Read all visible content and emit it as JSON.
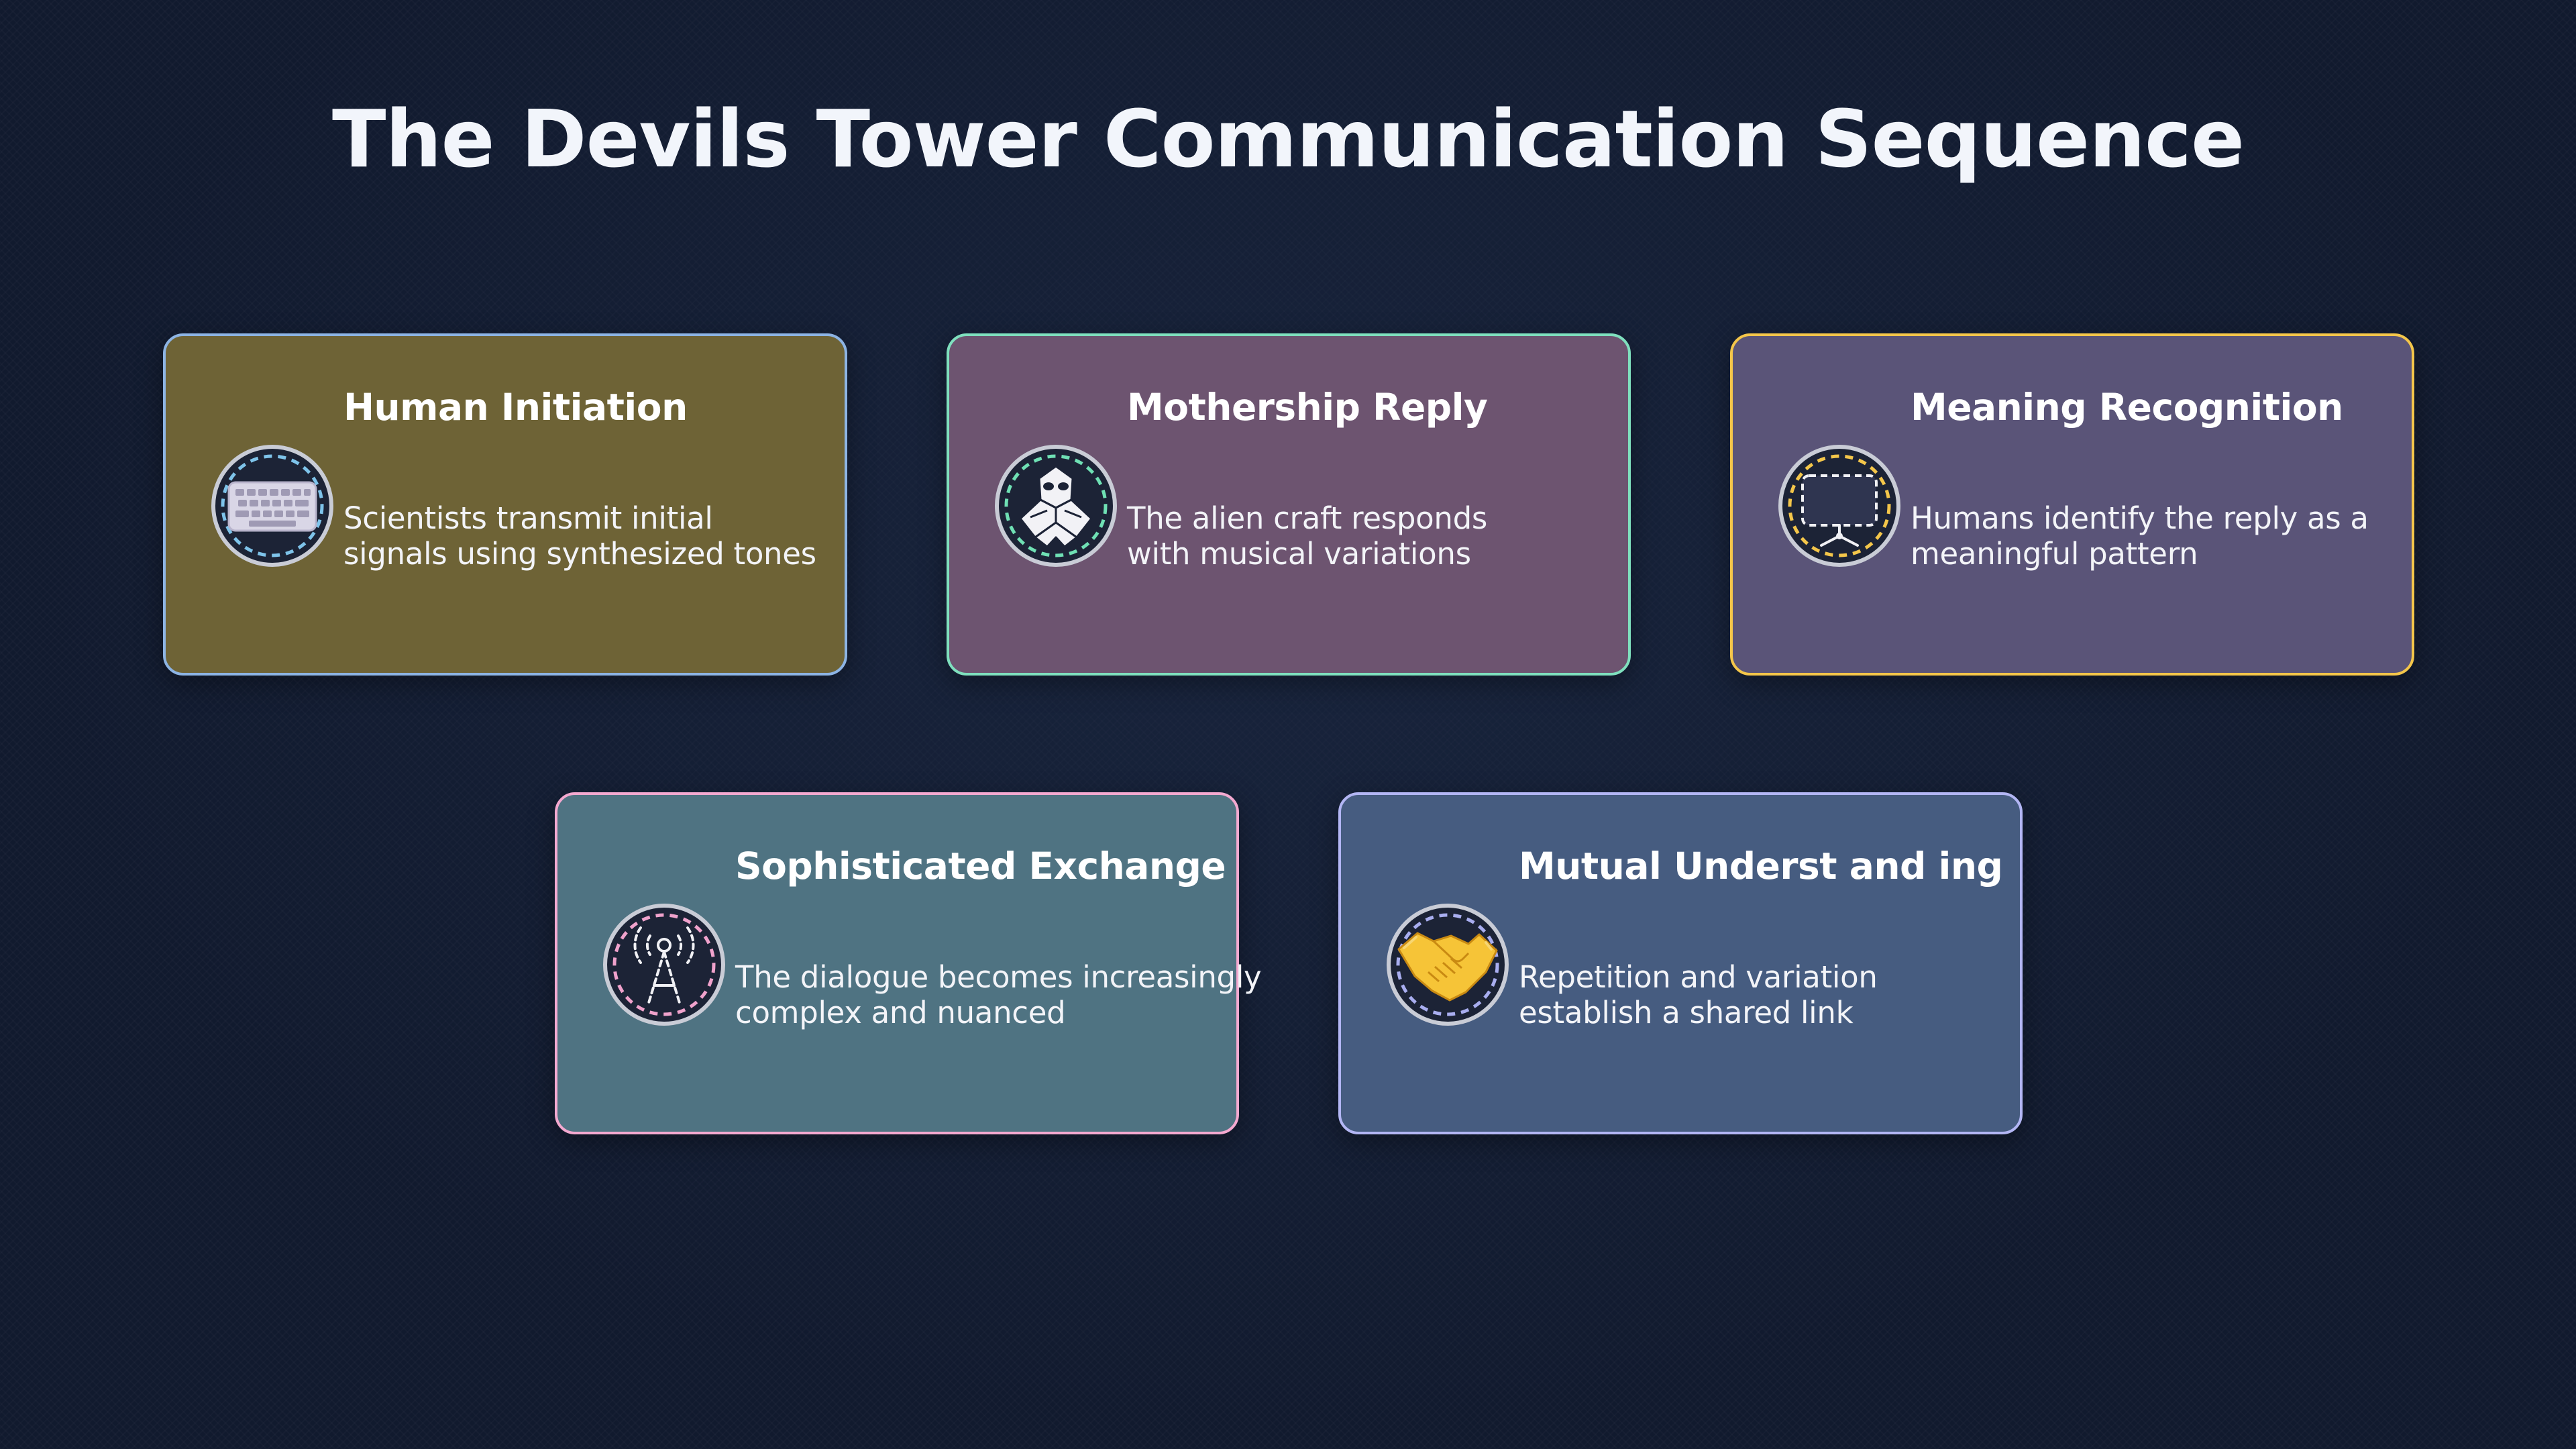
{
  "title": "The Devils Tower Communication Sequence",
  "cards": [
    {
      "title": "Human Initiation",
      "desc_line1": "Scientists transmit initial",
      "desc_line2": "signals using synthesized tones",
      "icon": "keyboard-icon",
      "bg_color": "#6e6336",
      "border_color": "#8db4e4"
    },
    {
      "title": "Mothership Reply",
      "desc_line1": "The alien craft responds",
      "desc_line2": "with musical variations",
      "icon": "alien-spacecraft-icon",
      "bg_color": "#6d5470",
      "border_color": "#7fe0be"
    },
    {
      "title": "Meaning Recognition",
      "desc_line1": "Humans identify the reply as a",
      "desc_line2": "meaningful pattern",
      "icon": "display-screen-icon",
      "bg_color": "#5a5478",
      "border_color": "#f4c64a"
    },
    {
      "title": "Sophisticated Exchange",
      "desc_line1": "The dialogue becomes increasingly",
      "desc_line2": "complex and nuanced",
      "icon": "antenna-tower-icon",
      "bg_color": "#4f7382",
      "border_color": "#f4a9d0"
    },
    {
      "title": "Mutual Underst and ing",
      "desc_line1": "Repetition and variation",
      "desc_line2": "establish a shared link",
      "icon": "handshake-icon",
      "bg_color": "#465c80",
      "border_color": "#b3b6f4"
    }
  ]
}
